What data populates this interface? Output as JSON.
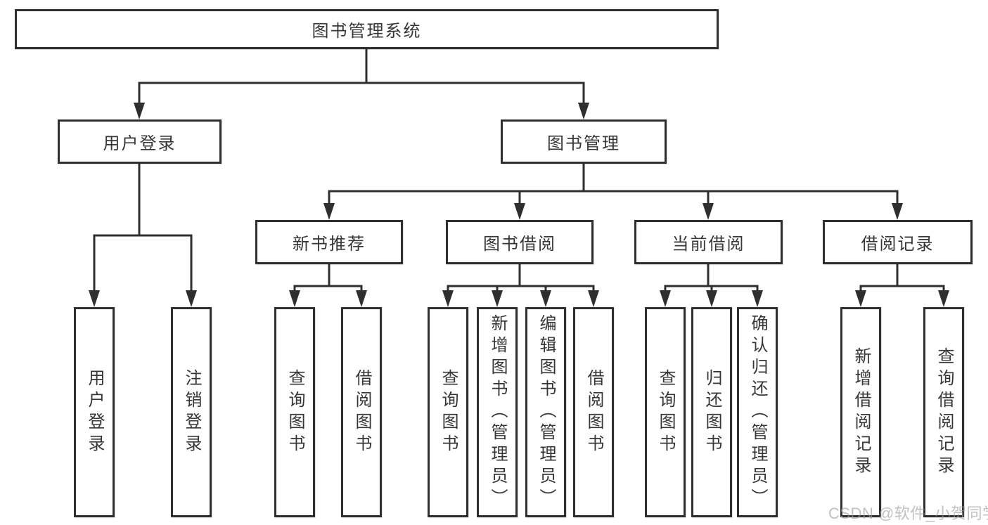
{
  "diagram_title": "图书管理系统",
  "tree": {
    "root": {
      "label": "图书管理系统"
    },
    "branches": [
      {
        "label": "用户登录",
        "children": [
          {
            "label": "用户登录"
          },
          {
            "label": "注销登录"
          }
        ]
      },
      {
        "label": "图书管理",
        "children": [
          {
            "label": "新书推荐",
            "children": [
              {
                "label": "查询图书"
              },
              {
                "label": "借阅图书"
              }
            ]
          },
          {
            "label": "图书借阅",
            "children": [
              {
                "label": "查询图书"
              },
              {
                "label": "新增图书（管理员）"
              },
              {
                "label": "编辑图书（管理员）"
              },
              {
                "label": "借阅图书"
              }
            ]
          },
          {
            "label": "当前借阅",
            "children": [
              {
                "label": "查询图书"
              },
              {
                "label": "归还图书"
              },
              {
                "label": "确认归还（管理员）"
              }
            ]
          },
          {
            "label": "借阅记录",
            "children": [
              {
                "label": "新增借阅记录"
              },
              {
                "label": "查询借阅记录"
              }
            ]
          }
        ]
      }
    ]
  },
  "watermark": {
    "text": "CSDN @软件_小贺同学"
  },
  "colors": {
    "line": "#2f2f2f",
    "box_border": "#2f2f2f",
    "box_fill": "#ffffff",
    "text": "#363636",
    "background": "#ffffff",
    "watermark": "#c1c1c1"
  }
}
